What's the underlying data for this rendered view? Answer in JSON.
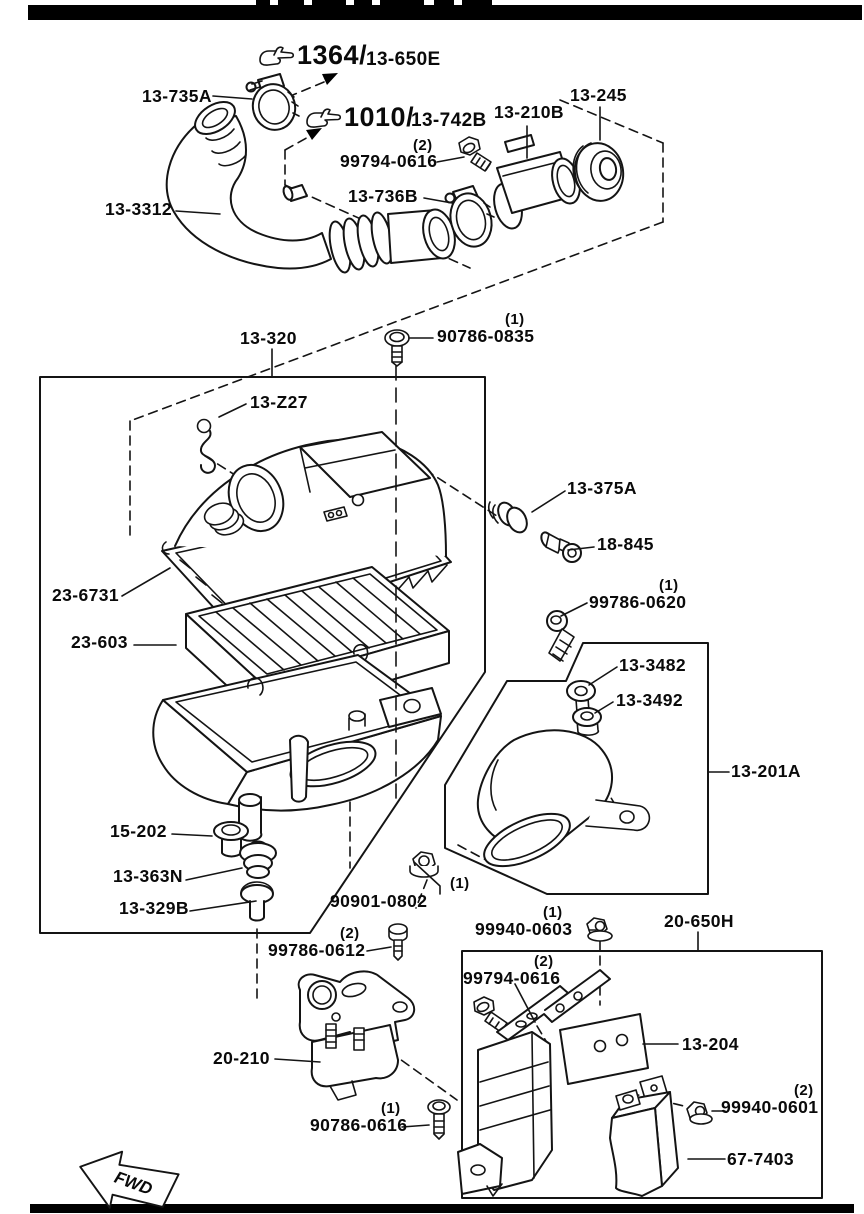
{
  "page": {
    "background": "#ffffff",
    "line_color": "#141414"
  },
  "callouts": {
    "c1364": {
      "ref": "1364/",
      "part": "13-650E"
    },
    "c1010": {
      "ref": "1010/",
      "part": "13-742B"
    },
    "p13735A": "13-735A",
    "p997940616top": {
      "num": "99794-0616",
      "qty": "(2)"
    },
    "p13210B": "13-210B",
    "p13245": "13-245",
    "p13736B": "13-736B",
    "p133312": "13-3312",
    "p13320": "13-320",
    "p907860835": {
      "num": "90786-0835",
      "qty": "(1)"
    },
    "p13Z27": "13-Z27",
    "p13375A": "13-375A",
    "p18845": "18-845",
    "p997860620": {
      "num": "99786-0620",
      "qty": "(1)"
    },
    "p236731": "23-6731",
    "p23603": "23-603",
    "p133482": "13-3482",
    "p133492": "13-3492",
    "p13201A": "13-201A",
    "p15202": "15-202",
    "p13363N": "13-363N",
    "p13329B": "13-329B",
    "p909010802": {
      "num": "90901-0802",
      "qty": "(1)"
    },
    "p999400603": {
      "num": "99940-0603",
      "qty": "(1)"
    },
    "p20650H": "20-650H",
    "p997860612": {
      "num": "99786-0612",
      "qty": "(2)"
    },
    "p997940616bot": {
      "num": "99794-0616",
      "qty": "(2)"
    },
    "p13204": "13-204",
    "p20210": "20-210",
    "p907860616": {
      "num": "90786-0616",
      "qty": "(1)"
    },
    "p999400601": {
      "num": "99940-0601",
      "qty": "(2)"
    },
    "p677403": "67-7403",
    "fwd": "FWD"
  }
}
